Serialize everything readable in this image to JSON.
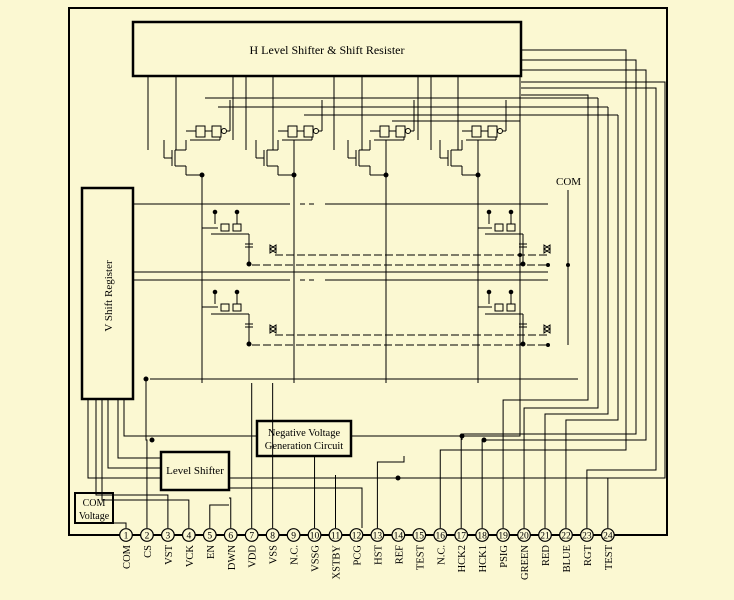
{
  "blocks": {
    "h_shift": "H Level Shifter & Shift Resister",
    "v_shift": "V Shift Register",
    "level_shifter": "Level Shifter",
    "neg_voltage_line1": "Negative Voltage",
    "neg_voltage_line2": "Generation Circuit",
    "com_voltage_line1": "COM",
    "com_voltage_line2": "Voltage",
    "com_label": "COM"
  },
  "pins": [
    {
      "num": "1",
      "name": "COM"
    },
    {
      "num": "2",
      "name": "CS"
    },
    {
      "num": "3",
      "name": "VST"
    },
    {
      "num": "4",
      "name": "VCK"
    },
    {
      "num": "5",
      "name": "EN"
    },
    {
      "num": "6",
      "name": "DWN"
    },
    {
      "num": "7",
      "name": "VDD"
    },
    {
      "num": "8",
      "name": "VSS"
    },
    {
      "num": "9",
      "name": "N.C."
    },
    {
      "num": "10",
      "name": "VSSG"
    },
    {
      "num": "11",
      "name": "XSTBY"
    },
    {
      "num": "12",
      "name": "PCG"
    },
    {
      "num": "13",
      "name": "HST"
    },
    {
      "num": "14",
      "name": "REF"
    },
    {
      "num": "15",
      "name": "TEST"
    },
    {
      "num": "16",
      "name": "N.C."
    },
    {
      "num": "17",
      "name": "HCK2"
    },
    {
      "num": "18",
      "name": "HCK1"
    },
    {
      "num": "19",
      "name": "PSIG"
    },
    {
      "num": "20",
      "name": "GREEN"
    },
    {
      "num": "21",
      "name": "RED"
    },
    {
      "num": "22",
      "name": "BLUE"
    },
    {
      "num": "23",
      "name": "RGT"
    },
    {
      "num": "24",
      "name": "TEST"
    }
  ]
}
